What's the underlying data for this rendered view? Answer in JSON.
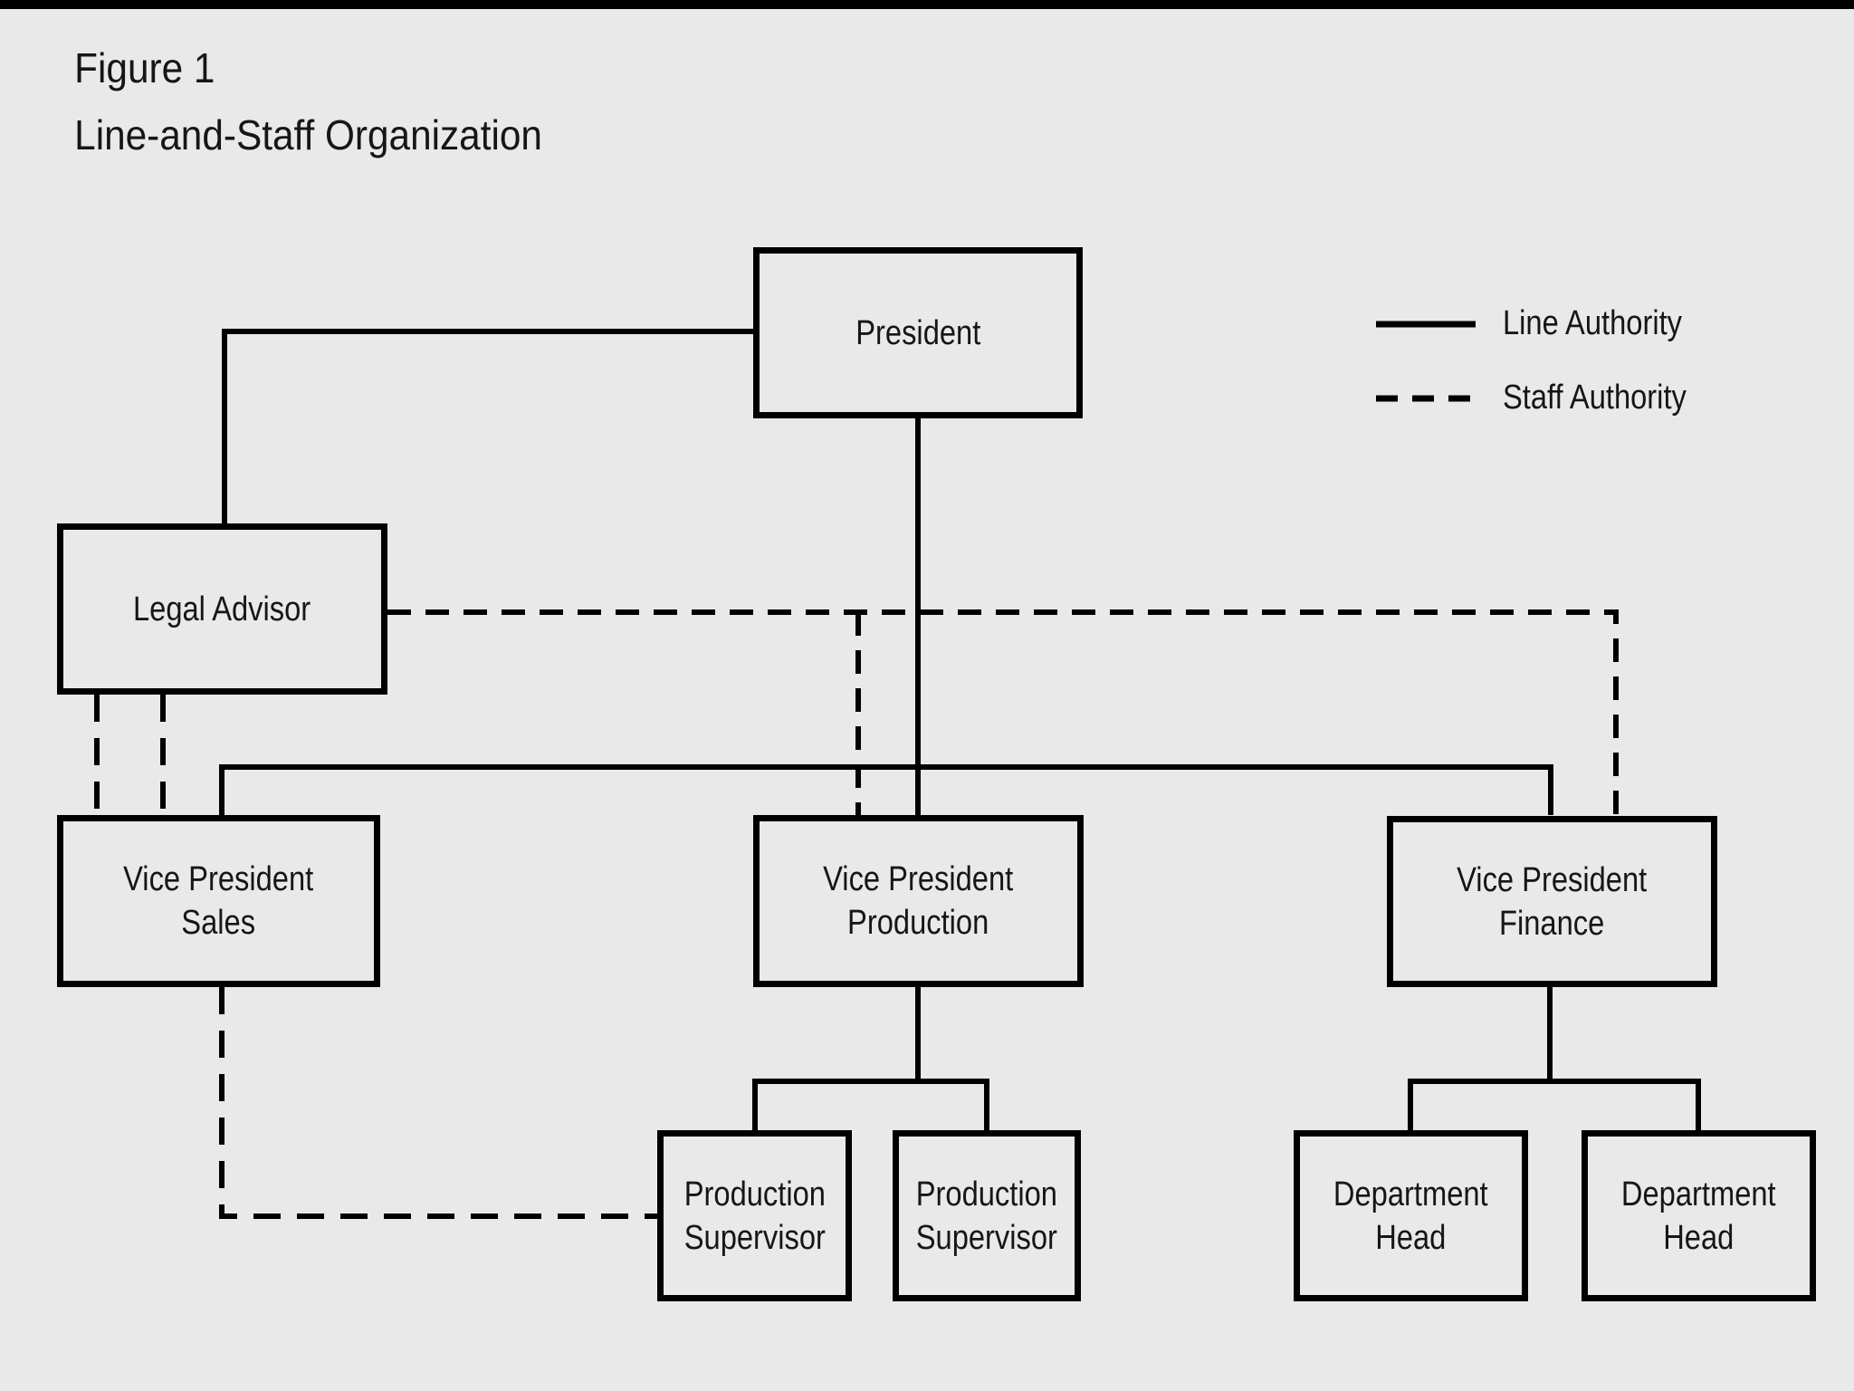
{
  "figure": {
    "title": "Figure 1",
    "subtitle": "Line-and-Staff Organization"
  },
  "legend": {
    "items": [
      {
        "label": "Line Authority",
        "line_style": "solid"
      },
      {
        "label": "Staff Authority",
        "line_style": "dashed"
      }
    ]
  },
  "nodes": {
    "president": {
      "label": "President"
    },
    "legal_advisor": {
      "label": "Legal Advisor"
    },
    "vp_sales": {
      "label": "Vice President\nSales"
    },
    "vp_production": {
      "label": "Vice President\nProduction"
    },
    "vp_finance": {
      "label": "Vice President\nFinance"
    },
    "production_supervisor_1": {
      "label": "Production\nSupervisor"
    },
    "production_supervisor_2": {
      "label": "Production\nSupervisor"
    },
    "department_head_1": {
      "label": "Department\nHead"
    },
    "department_head_2": {
      "label": "Department\nHead"
    }
  },
  "edges": [
    {
      "from": "president",
      "to": "legal_advisor",
      "type": "line"
    },
    {
      "from": "president",
      "to": "vp_production",
      "type": "line"
    },
    {
      "from": "president",
      "to": "vp_sales",
      "type": "line"
    },
    {
      "from": "president",
      "to": "vp_finance",
      "type": "line"
    },
    {
      "from": "legal_advisor",
      "to": "vp_sales",
      "type": "staff"
    },
    {
      "from": "legal_advisor",
      "to": "vp_sales",
      "type": "staff"
    },
    {
      "from": "legal_advisor",
      "to": "vp_production",
      "type": "staff"
    },
    {
      "from": "legal_advisor",
      "to": "vp_finance",
      "type": "staff"
    },
    {
      "from": "vp_sales",
      "to": "production_supervisor_1",
      "type": "staff"
    },
    {
      "from": "vp_production",
      "to": "production_supervisor_1",
      "type": "line"
    },
    {
      "from": "vp_production",
      "to": "production_supervisor_2",
      "type": "line"
    },
    {
      "from": "vp_finance",
      "to": "department_head_1",
      "type": "line"
    },
    {
      "from": "vp_finance",
      "to": "department_head_2",
      "type": "line"
    }
  ],
  "colors": {
    "background": "#e9e9e9",
    "line": "#000000",
    "text": "#161616",
    "top_bar": "#000000"
  }
}
